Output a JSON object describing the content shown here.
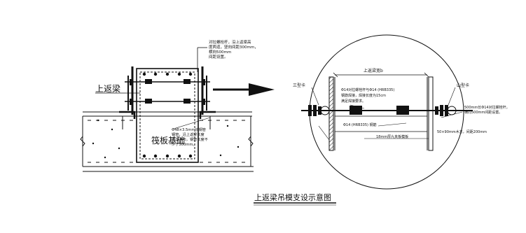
{
  "title": "上返梁吊模支设示意图",
  "left_view": {
    "beam_label": "上返梁",
    "raft_label": "筏板基础",
    "bolt_note": [
      "对拉螺栓杆，沿上返梁高",
      "度两道，竖向间距300mm，",
      "横向500mm",
      "间距设置。"
    ],
    "steel_pipe_note": [
      "Φ48×3.5mm长钢管",
      "钢管，沿上返梁长度",
      "方向满布，钢管长度不",
      "少于500mm。"
    ]
  },
  "detail_view": {
    "top_dim_label": "上返梁宽b",
    "nut_left_label": "三型卡",
    "nut_right_label": "山型卡",
    "bolt_note": [
      "Φ14对拉螺栓杆与Φ14 (HRB335)",
      "钢筋焊接，焊接长度为15cm",
      "满足焊接要求。"
    ],
    "rebar_label": "Φ14 (HRB335) 钢筋",
    "panel_label": "18mm厚九夹板模板",
    "spacing_note": [
      "500mm长Φ14对拉螺栓杆，",
      "横向500mm间距设置。"
    ],
    "wood_label": "50×90mm木方，间距200mm"
  }
}
